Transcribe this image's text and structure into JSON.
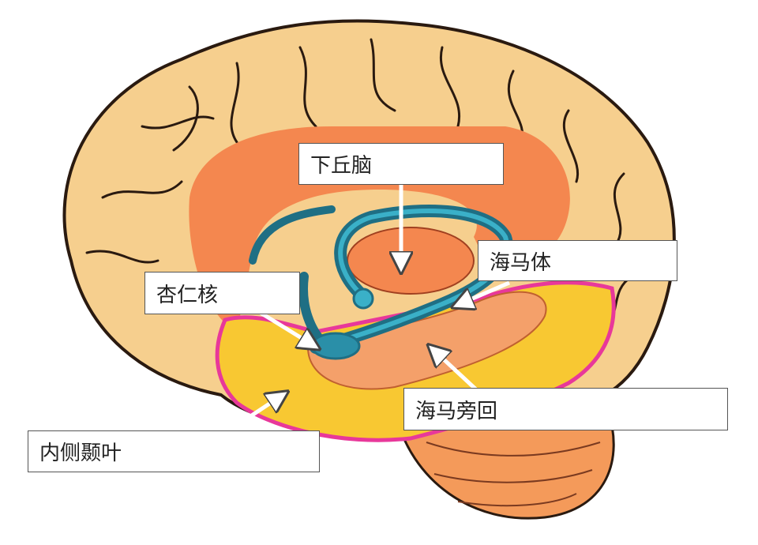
{
  "title": "Limbic system diagram",
  "labels": {
    "hypothalamus": "下丘脑",
    "hippocampus": "海马体",
    "amygdala": "杏仁核",
    "parahippocampal_gyrus": "海马旁回",
    "medial_temporal_lobe": "内侧颞叶"
  },
  "colors": {
    "cortex": "#f6cf8e",
    "limbic_band": "#f4874f",
    "temporal": "#f8c832",
    "temporal_outline": "#e8389a",
    "hippocampus": "#2a8fa8",
    "cerebellum": "#f49a5a",
    "outline": "#2a1a10"
  }
}
